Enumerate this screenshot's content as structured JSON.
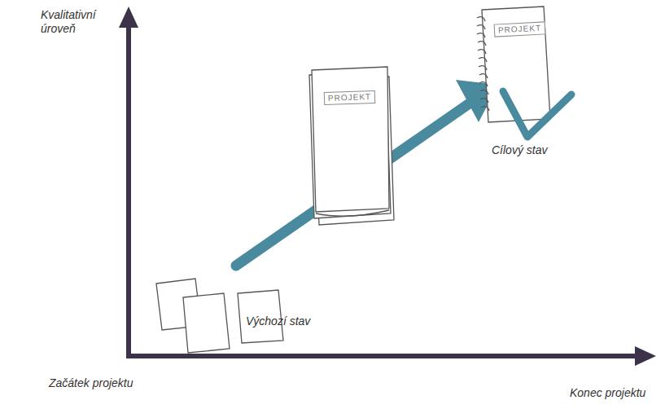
{
  "diagram": {
    "labels": [
      "Kvalitativní úroveň",
      "PROJEKT",
      "PROJEKT",
      "Cílový stav",
      "Výchozí stav",
      "Začátek projektu",
      "Konec projektu"
    ]
  }
}
